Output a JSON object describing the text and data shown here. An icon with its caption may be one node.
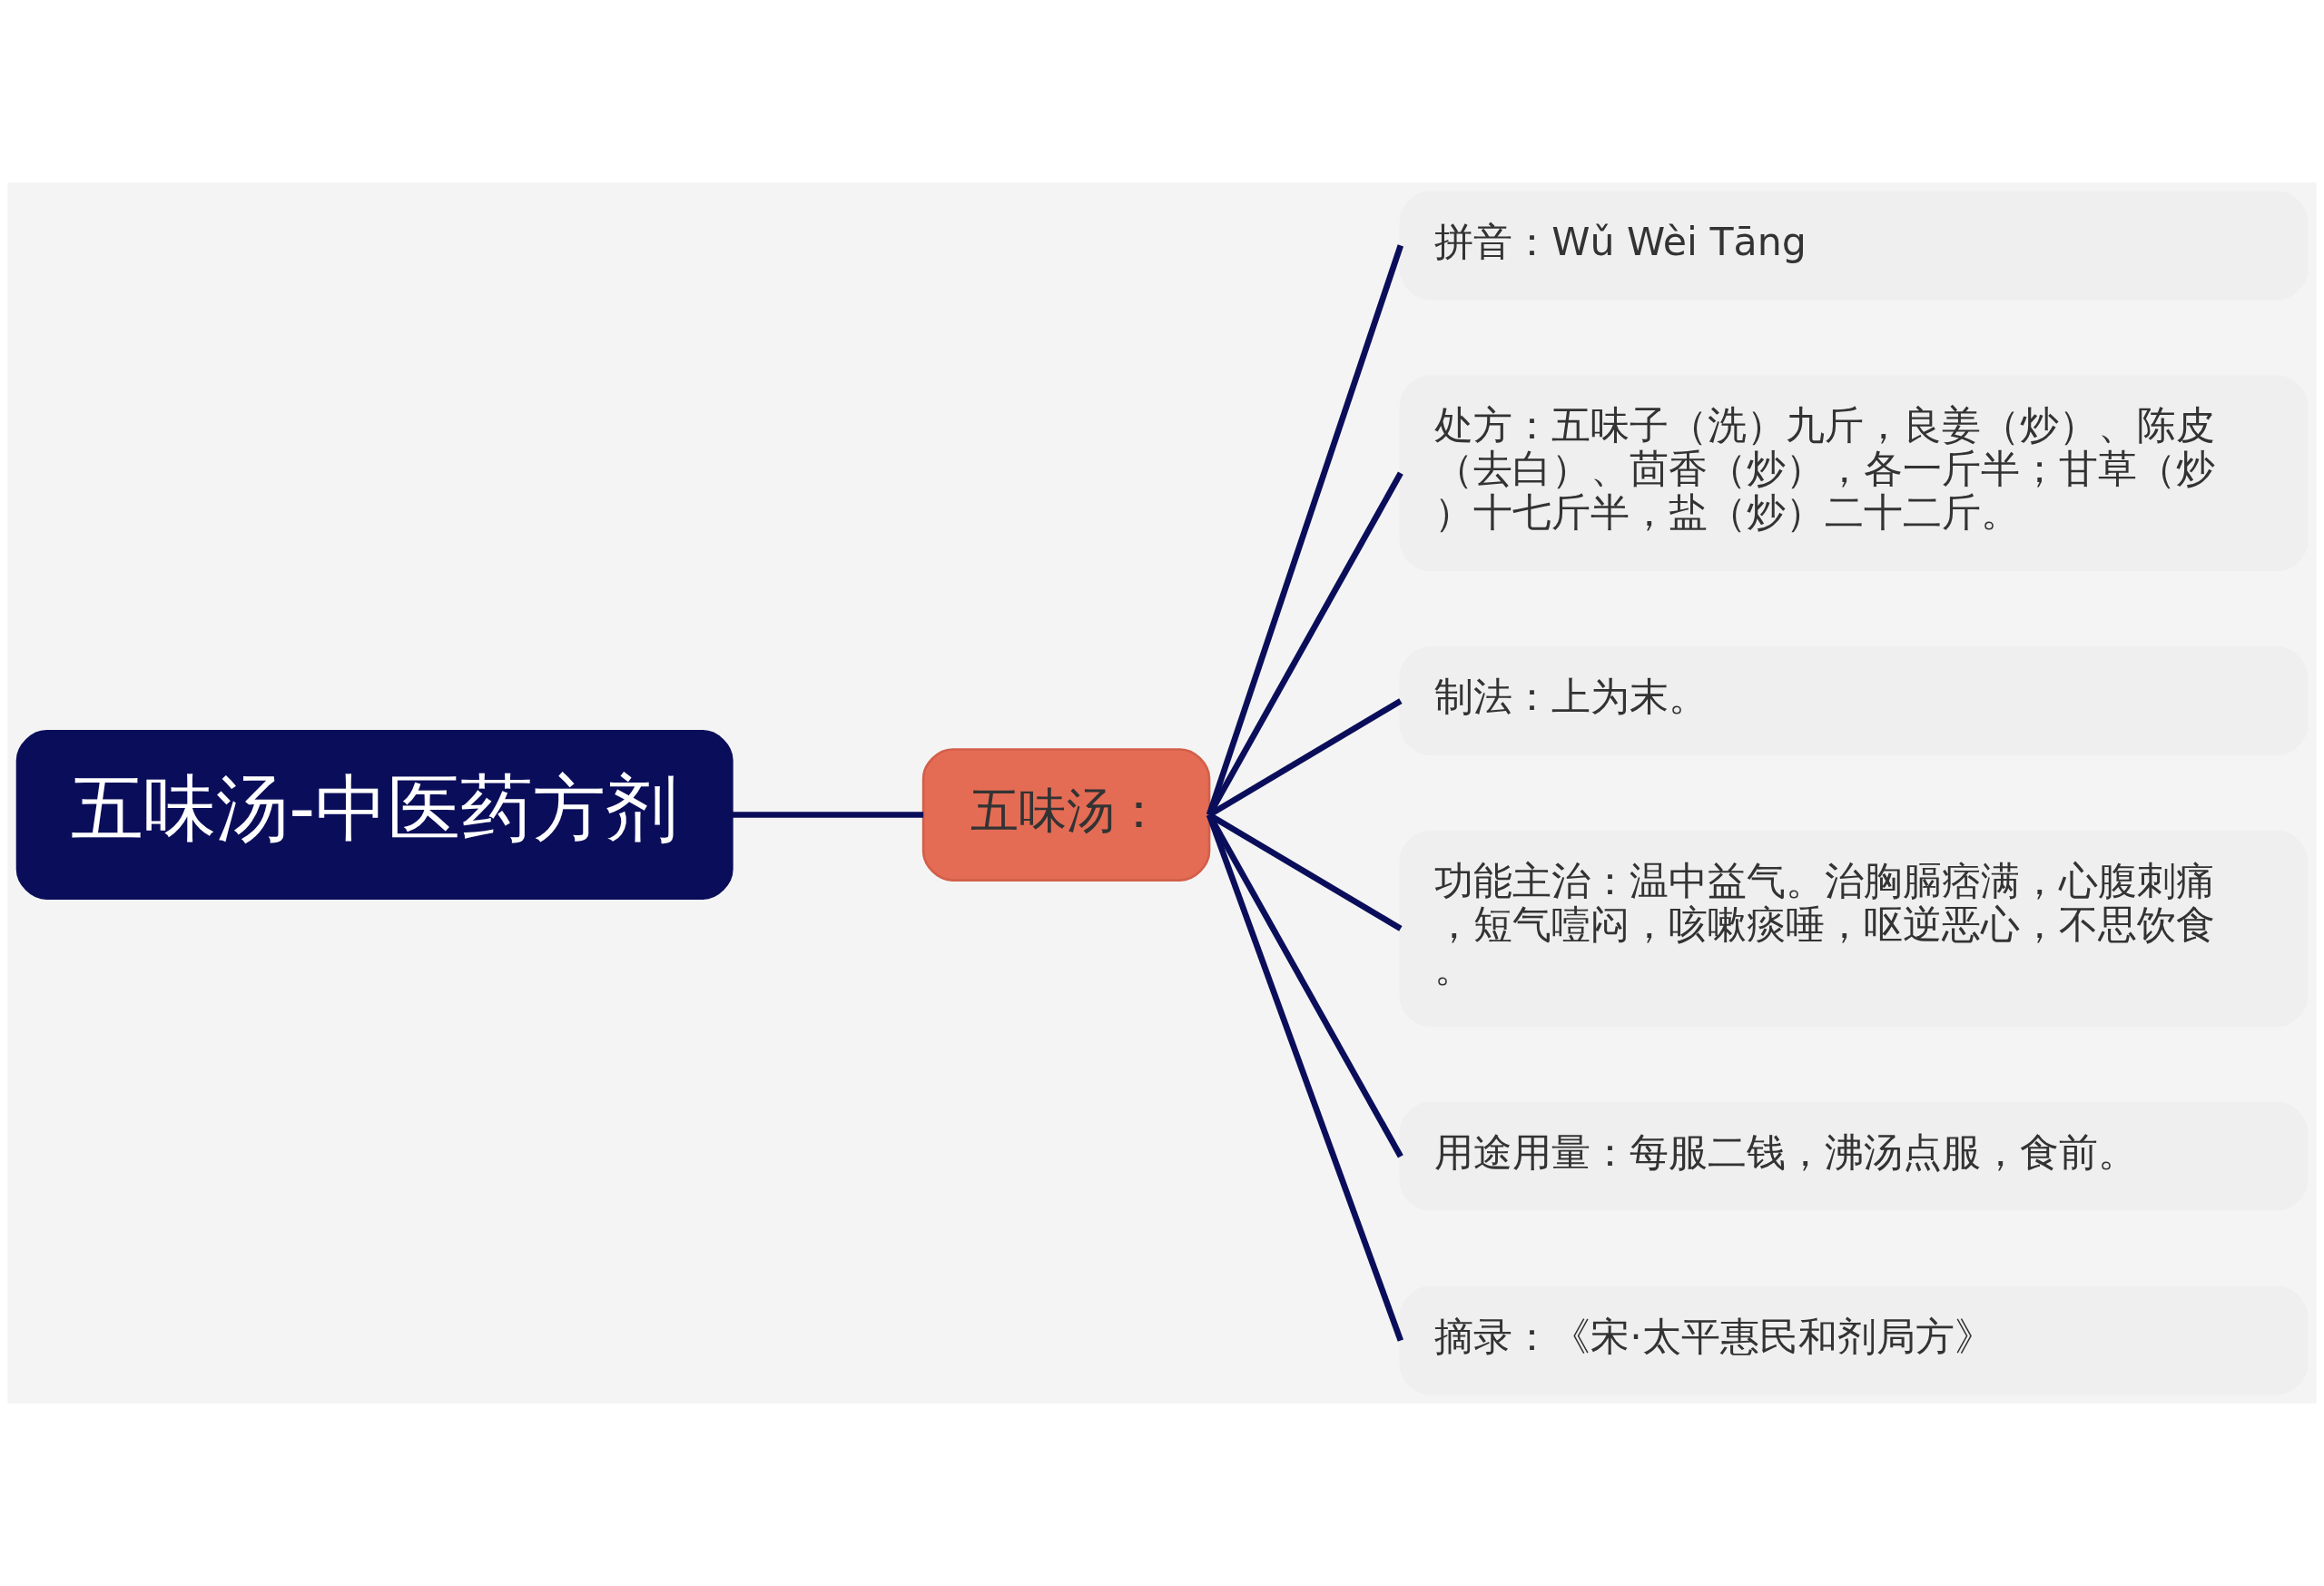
{
  "diagram": {
    "nodes": [
      {
        "text": [
          "五味汤-中医药方剂"
        ]
      },
      {
        "text": [
          "五味汤："
        ]
      },
      {
        "text": [
          "拼音：Wǔ Wèi Tāng"
        ]
      },
      {
        "text": [
          "处方：五味子（洗）九斤，良姜（炒）、陈皮（去白）、茴香（炒），各一斤半；甘草（炒）十七斤半，盐（炒）二十二斤。"
        ]
      },
      {
        "text": [
          "制法：上为末。"
        ]
      },
      {
        "text": [
          "功能主治：温中益气。治胸膈痞满，心腹刺痛，短气噎闷，咳嗽痰唾，呕逆恶心，不思饮食。"
        ]
      },
      {
        "text": [
          "用途用量：每服二钱，沸汤点服，食前。"
        ]
      },
      {
        "text": [
          "摘录：《宋·太平惠民和剂局方》"
        ]
      }
    ],
    "edges": [
      {
        "from": 0,
        "to": 1,
        "arrow": "none"
      },
      {
        "from": 1,
        "to": 2,
        "arrow": "none"
      },
      {
        "from": 1,
        "to": 3,
        "arrow": "none"
      },
      {
        "from": 1,
        "to": 4,
        "arrow": "none"
      },
      {
        "from": 1,
        "to": 5,
        "arrow": "none"
      },
      {
        "from": 1,
        "to": 6,
        "arrow": "none"
      },
      {
        "from": 1,
        "to": 7,
        "arrow": "none"
      }
    ]
  }
}
